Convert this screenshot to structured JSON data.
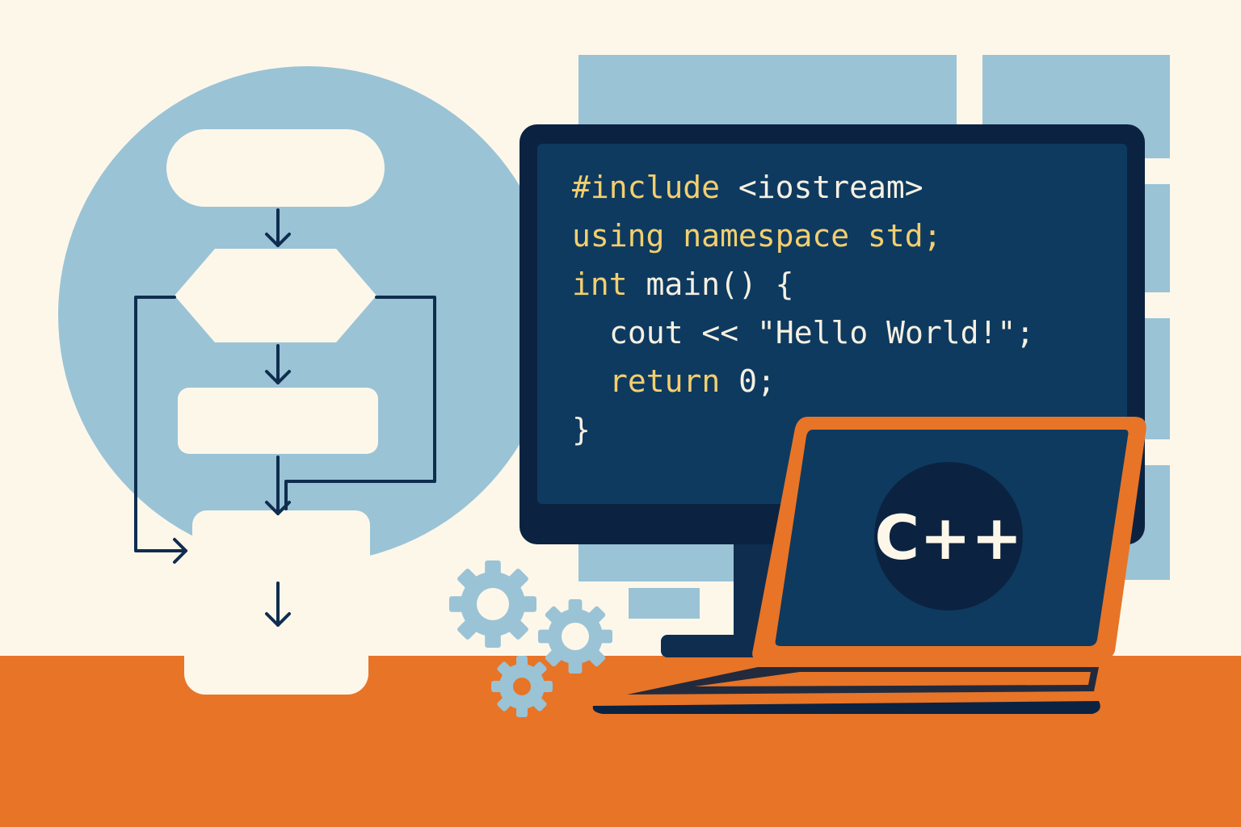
{
  "colors": {
    "background": "#fdf7ea",
    "light_blue": "#9ac3d6",
    "navy": "#0f2d4f",
    "navy_dark": "#0b2340",
    "screen": "#0e3a5f",
    "orange": "#e87427",
    "cream": "#fdf7ea",
    "code_keyword": "#f3cf6e",
    "code_text": "#f6f0e2"
  },
  "code": {
    "line1_kw": "#include",
    "line1_rest": " <iostream>",
    "line2": "using namespace std;",
    "line3_kw": "int",
    "line3_rest": " main() {",
    "line4": "cout << \"Hello World!\";",
    "line5_kw": "return",
    "line5_rest": " 0;",
    "line6": "}"
  },
  "laptop": {
    "logo_text": "C++"
  },
  "icons": {
    "gears": "gear-icon",
    "arrows": "arrow-down-icon"
  }
}
